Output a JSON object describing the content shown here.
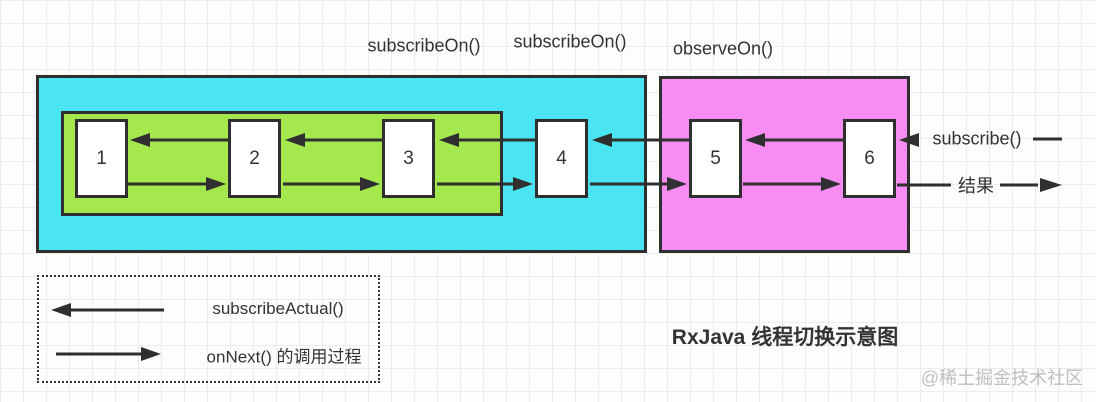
{
  "title": "RxJava 线程切换示意图",
  "watermark": "@稀土掘金技术社区",
  "labels": {
    "subscribe_on_1": "subscribeOn()",
    "subscribe_on_2": "subscribeOn()",
    "observe_on": "observeOn()",
    "subscribe": "subscribe()",
    "result": "结果"
  },
  "nodes": [
    "1",
    "2",
    "3",
    "4",
    "5",
    "6"
  ],
  "legend": {
    "subscribe_actual": "subscribeActual()",
    "on_next": "onNext() 的调用过程"
  },
  "colors": {
    "cyan": "#4ae4f2",
    "green": "#a5e84e",
    "pink": "#f78df2",
    "line": "#2f2f2f"
  }
}
